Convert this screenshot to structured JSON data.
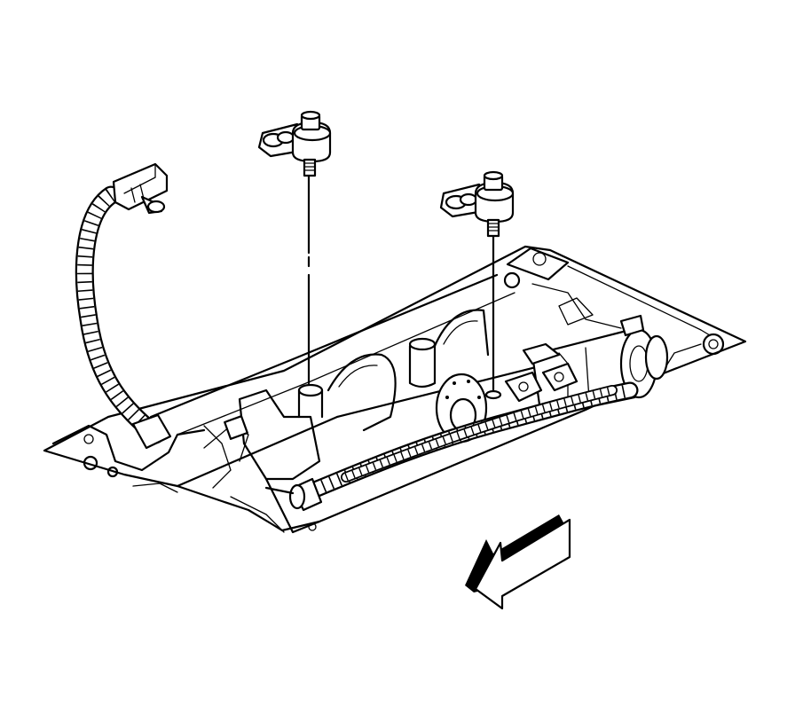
{
  "figure": {
    "background": "#ffffff",
    "line_color": "#000000",
    "components": [
      "engine-block",
      "knock-sensor",
      "knock-sensor",
      "wiring-harness",
      "harness-connector",
      "direction-arrow"
    ]
  }
}
